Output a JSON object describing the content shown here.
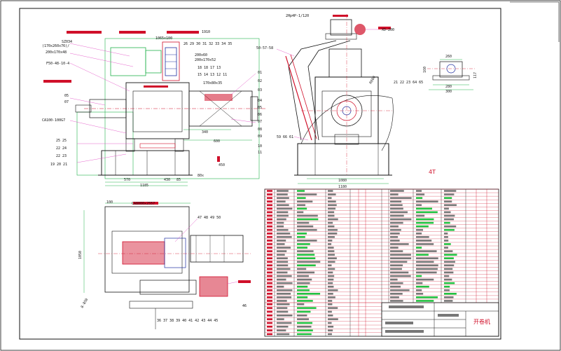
{
  "sheet_number": "4T",
  "drawing_title": "开卷机",
  "colors": {
    "frame": "#111111",
    "outline_red": "#d0102a",
    "dimension_green": "#22b14c",
    "leader_magenta": "#e040c0",
    "label_black": "#111111"
  },
  "top_left_view": {
    "labels_left": [
      "SZ034",
      "(170x260x76)/",
      "200x170x48",
      "F50-48-10-4",
      "05",
      "07",
      "CA100-100G7",
      "25 25",
      "22 24",
      "22 23",
      "19 20 21"
    ],
    "labels_top": [
      "1910",
      "1065x100",
      "26 29 30 31 32 33 34 35",
      "200x60",
      "200x170x52",
      "18 18 17 13",
      "15 14 13 12 11"
    ],
    "labels_right": [
      "01",
      "02",
      "03",
      "04",
      "05",
      "06",
      "07",
      "08",
      "09",
      "10",
      "11"
    ],
    "label_mid": "170x80x35",
    "dimensions": {
      "d340": "340",
      "d600": "600",
      "d570": "570",
      "d1185": "1185",
      "d430": "430",
      "d85": "85",
      "d80": "80x",
      "d450": "450"
    }
  },
  "top_center_view": {
    "label_top": "2Hp4P-1/120",
    "label_arm": "50-57-58",
    "label_motor": "XD-200",
    "labels_bolts": "59 66 61",
    "dimensions": {
      "d1080": "1080",
      "d1180": "1180",
      "r600": "R600"
    }
  },
  "top_right_view": {
    "labels": "21 22 23 64 65",
    "dimensions": {
      "d260": "260",
      "d280": "280",
      "d300": "300",
      "d160": "160",
      "d117": "117"
    }
  },
  "bottom_left_view": {
    "label_top": "CA8000x2557",
    "labels_top2": "47 48 49 50",
    "labels_bottom": "36 37 38 39 40 41 42 43 44 45",
    "label_right": "46",
    "dimensions": {
      "d100": "100",
      "d1050": "1050",
      "d850": "8-850"
    }
  }
}
